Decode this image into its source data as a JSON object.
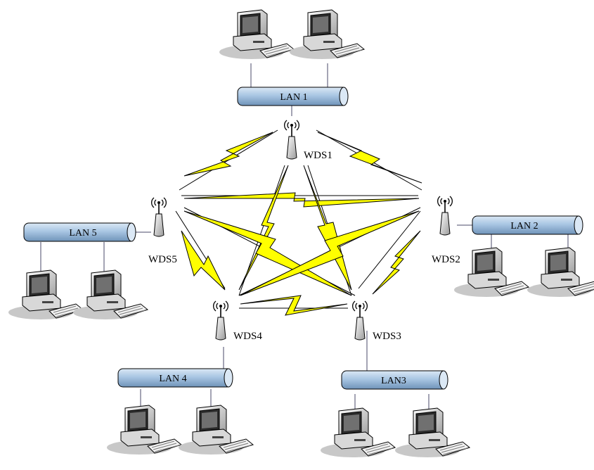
{
  "lans": [
    {
      "id": "lan1",
      "label": "LAN 1"
    },
    {
      "id": "lan2",
      "label": "LAN 2"
    },
    {
      "id": "lan3",
      "label": "LAN3"
    },
    {
      "id": "lan4",
      "label": "LAN 4"
    },
    {
      "id": "lan5",
      "label": "LAN 5"
    }
  ],
  "access_points": [
    {
      "id": "wds1",
      "label": "WDS1"
    },
    {
      "id": "wds2",
      "label": "WDS2"
    },
    {
      "id": "wds3",
      "label": "WDS3"
    },
    {
      "id": "wds4",
      "label": "WDS4"
    },
    {
      "id": "wds5",
      "label": "WDS5"
    }
  ],
  "colors": {
    "lan_pipe": "#a9c6e3",
    "wireless_bolt": "#ffff00",
    "link_line": "#000000"
  }
}
